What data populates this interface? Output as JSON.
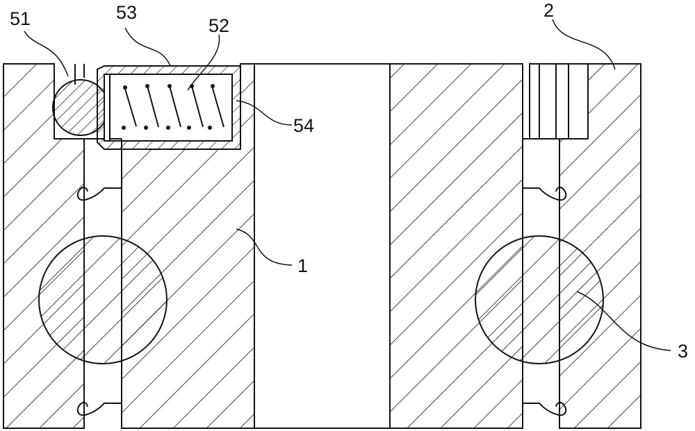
{
  "labels": {
    "part_1": "1",
    "part_2": "2",
    "part_3": "3",
    "part_51": "51",
    "part_52": "52",
    "part_53": "53",
    "part_54": "54"
  },
  "colors": {
    "line": "#111111",
    "background": "#ffffff"
  }
}
